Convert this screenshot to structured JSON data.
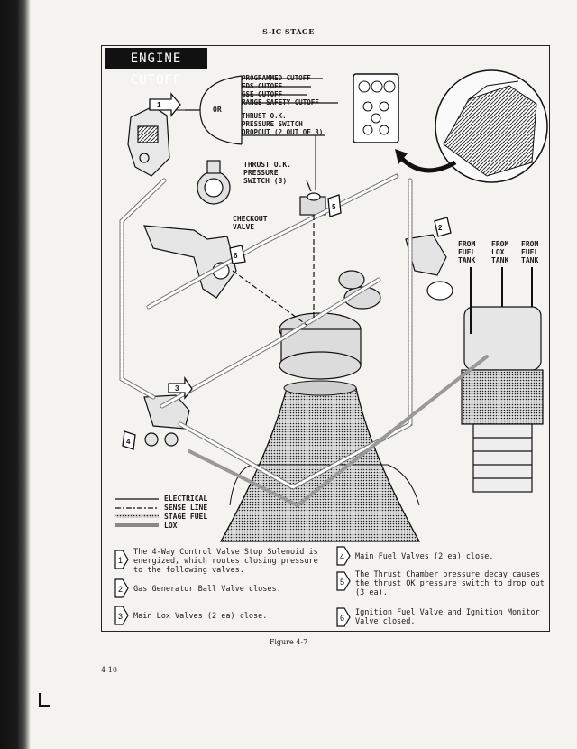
{
  "header": {
    "title": "S-IC STAGE"
  },
  "diagram": {
    "title": "ENGINE CUTOFF",
    "or_label": "OR",
    "cutoff_signals": [
      "PROGRAMMED CUTOFF",
      "EDS CUTOFF",
      "GSE CUTOFF",
      "RANGE SAFETY CUTOFF",
      "THRUST O.K.\nPRESSURE SWITCH\nDROPOUT (2 OUT OF 3)"
    ],
    "labels": {
      "thrust_switch": "THRUST O.K.\nPRESSURE\nSWITCH (3)",
      "checkout_valve": "CHECKOUT\nVALVE",
      "from_fuel_1": "FROM\nFUEL\nTANK",
      "from_lox": "FROM\nLOX\nTANK",
      "from_fuel_2": "FROM\nFUEL\nTANK"
    },
    "callouts": [
      "1",
      "2",
      "3",
      "4",
      "5",
      "6"
    ],
    "legend": [
      "ELECTRICAL",
      "SENSE LINE",
      "STAGE FUEL",
      "LOX"
    ],
    "notes": [
      {
        "num": "1",
        "text": "The 4-Way Control Valve Stop Solenoid is\nenergized, which routes closing pressure\nto the following valves."
      },
      {
        "num": "2",
        "text": "Gas Generator Ball Valve closes."
      },
      {
        "num": "3",
        "text": "Main Lox Valves (2 ea) close."
      },
      {
        "num": "4",
        "text": "Main Fuel Valves (2 ea) close."
      },
      {
        "num": "5",
        "text": "The Thrust Chamber pressure decay causes\nthe thrust OK pressure switch to drop out\n(3 ea)."
      },
      {
        "num": "6",
        "text": "Ignition Fuel Valve and Ignition Monitor\nValve closed."
      }
    ]
  },
  "caption": "Figure 4-7",
  "page_number": "4-10"
}
